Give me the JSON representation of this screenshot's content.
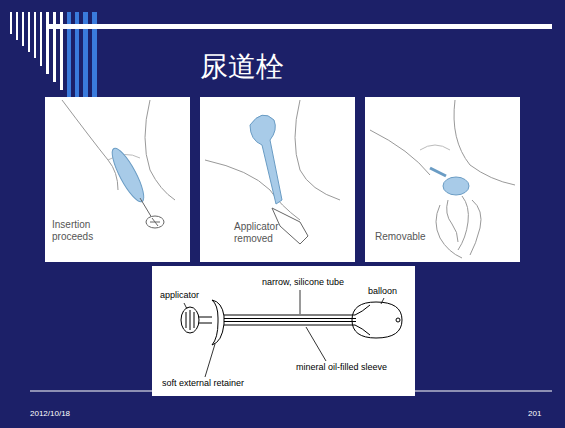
{
  "diagram": {
    "title": "尿道栓",
    "nodes": [
      {
        "text": [
          "Insertion proceeds"
        ]
      },
      {
        "text": [
          "Applicator removed"
        ]
      },
      {
        "text": [
          "Removable"
        ]
      }
    ],
    "labels": [
      "applicator",
      "narrow, silicone tube",
      "balloon",
      "mineral oil-filled sleeve",
      "soft external retainer",
      "2012/10/18",
      "201"
    ]
  }
}
